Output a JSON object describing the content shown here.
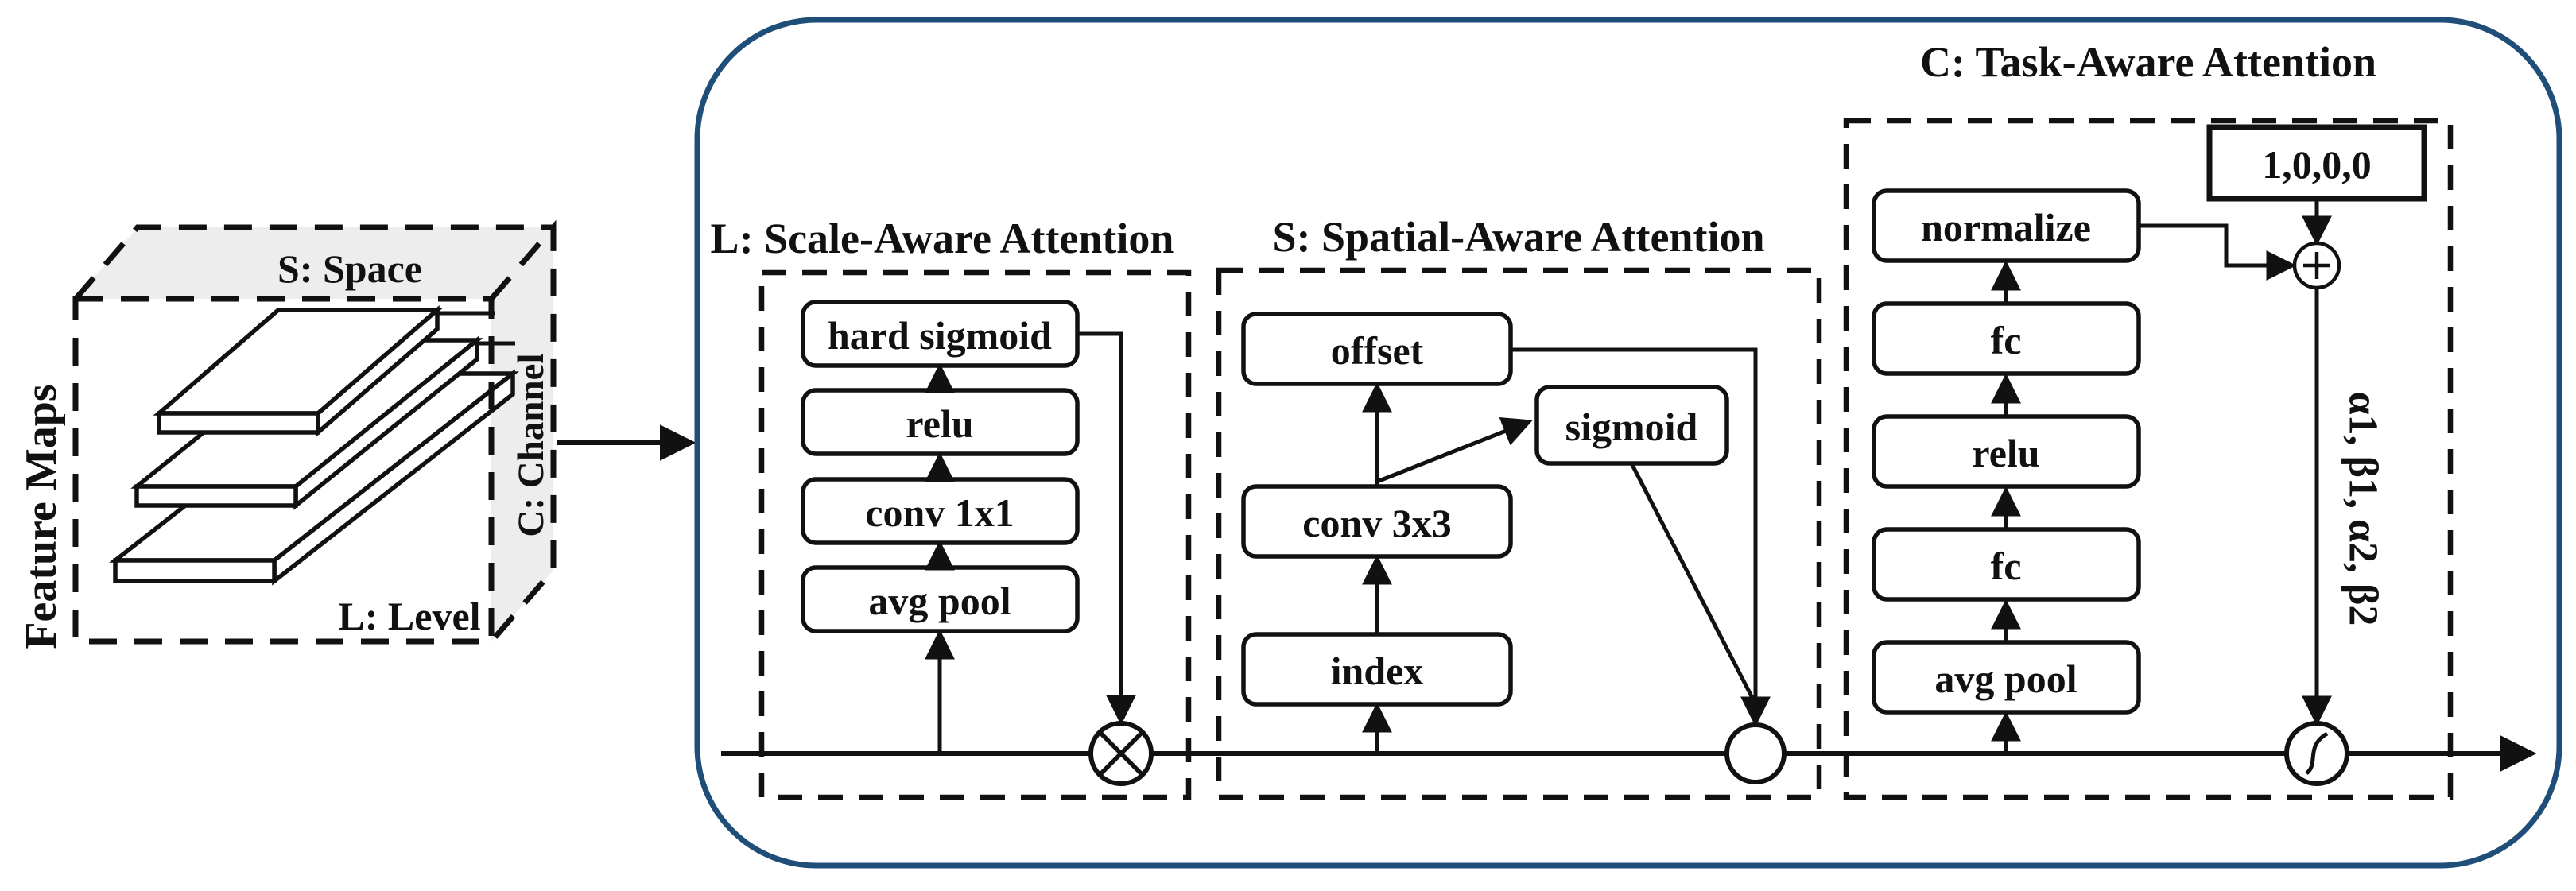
{
  "figure": {
    "input": {
      "feature_maps_label": "Feature Maps",
      "space_label": "S: Space",
      "channel_label": "C: Channel",
      "level_label": "L: Level"
    },
    "colors": {
      "container_border": "#1f4e79",
      "face_gray": "#ededed",
      "ink": "#111111"
    },
    "scale_attention": {
      "title": "L: Scale-Aware Attention",
      "blocks": [
        "avg pool",
        "conv 1x1",
        "relu",
        "hard sigmoid"
      ]
    },
    "spatial_attention": {
      "title": "S: Spatial-Aware Attention",
      "blocks": [
        "index",
        "conv 3x3",
        "offset"
      ],
      "side_block": "sigmoid"
    },
    "task_attention": {
      "title": "C: Task-Aware Attention",
      "blocks": [
        "avg pool",
        "fc",
        "relu",
        "fc",
        "normalize"
      ],
      "init_vector": "1,0,0,0",
      "params_label": "α1, β1, α2, β2"
    }
  }
}
